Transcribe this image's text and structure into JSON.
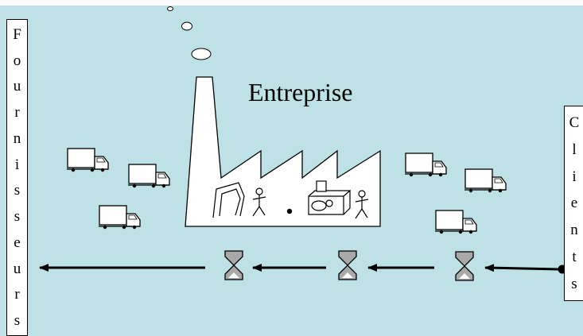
{
  "entreprise": {
    "label": "Entreprise"
  },
  "fournisseurs": {
    "letters": [
      "F",
      "o",
      "u",
      "r",
      "n",
      "i",
      "s",
      "s",
      "e",
      "u",
      "r",
      "s"
    ]
  },
  "clients": {
    "letters": [
      "C",
      "l",
      "i",
      "e",
      "n",
      "t",
      "s"
    ]
  },
  "colors": {
    "background": "#bde1e4",
    "building": "#ffffff",
    "hourglass": "#a9a9a9",
    "stroke": "#000000"
  },
  "icons": [
    "truck-icon",
    "hourglass-icon",
    "robot-arm-icon",
    "stick-figure-icon",
    "machine-icon",
    "smoke-icon",
    "arrow-icon"
  ]
}
